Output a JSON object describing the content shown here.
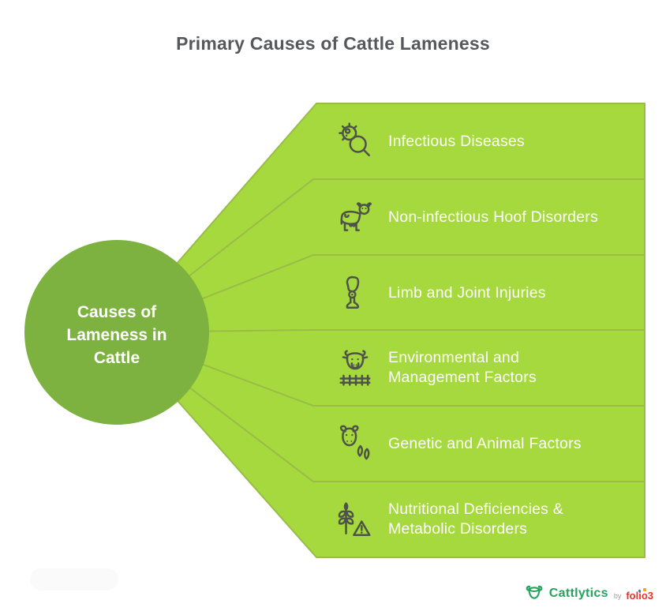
{
  "title": "Primary Causes of Cattle Lameness",
  "center_circle": {
    "label": "Causes of\nLameness in\nCattle"
  },
  "causes": [
    {
      "label": "Infectious Diseases",
      "icon": "germ-magnifier-icon"
    },
    {
      "label": "Non-infectious Hoof Disorders",
      "icon": "cow-icon"
    },
    {
      "label": "Limb and Joint Injuries",
      "icon": "prosthetic-leg-icon"
    },
    {
      "label": "Environmental and\nManagement Factors",
      "icon": "cow-fence-icon"
    },
    {
      "label": "Genetic and Animal Factors",
      "icon": "bull-head-hoofprints-icon"
    },
    {
      "label": "Nutritional Deficiencies &\nMetabolic Disorders",
      "icon": "wheat-warning-icon"
    }
  ],
  "footer": {
    "product": "Cattlytics",
    "by": "by",
    "company": "folio3"
  },
  "colors": {
    "band_green": "#a6d93e",
    "circle_green": "#7db240",
    "divider_green": "#98bc47",
    "icon_stroke": "#4e5349",
    "title_text": "#57585b",
    "band_text": "#ffffff",
    "brand_green": "#26a35e",
    "brand_red": "#e63329",
    "dot_blue": "#2a6fdb",
    "dot_orange": "#f5a623"
  }
}
